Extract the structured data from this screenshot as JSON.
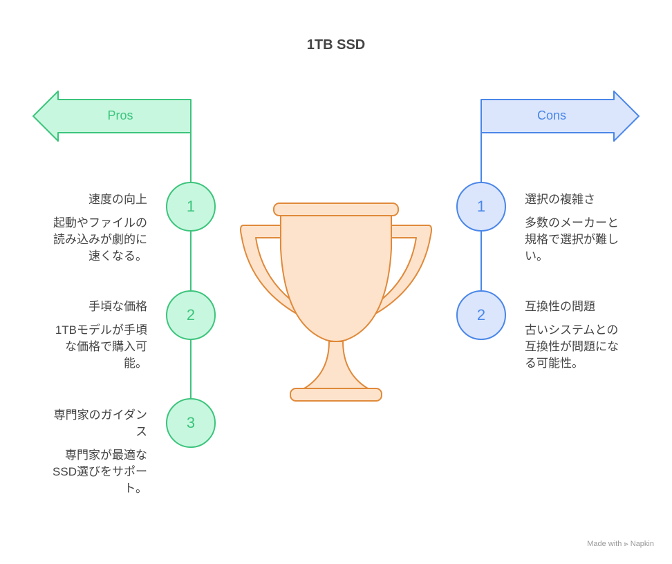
{
  "title": "1TB SSD",
  "colors": {
    "pros_fill": "#c8f7df",
    "pros_stroke": "#3cc47c",
    "cons_fill": "#dbe6fd",
    "cons_stroke": "#4a86e8",
    "trophy_fill": "#fde3cb",
    "trophy_stroke": "#e0893a"
  },
  "pros": {
    "label": "Pros",
    "items": [
      {
        "num": "1",
        "heading": "速度の向上",
        "lines": [
          "起動やファイルの",
          "読み込みが劇的に",
          "速くなる。"
        ]
      },
      {
        "num": "2",
        "heading": "手頃な価格",
        "lines": [
          "1TBモデルが手頃",
          "な価格で購入可",
          "能。"
        ]
      },
      {
        "num": "3",
        "heading_lines": [
          "専門家のガイダン",
          "ス"
        ],
        "lines": [
          "専門家が最適な",
          "SSD選びをサポー",
          "ト。"
        ]
      }
    ]
  },
  "cons": {
    "label": "Cons",
    "items": [
      {
        "num": "1",
        "heading": "選択の複雑さ",
        "lines": [
          "多数のメーカーと",
          "規格で選択が難し",
          "い。"
        ]
      },
      {
        "num": "2",
        "heading": "互換性の問題",
        "lines": [
          "古いシステムとの",
          "互換性が問題にな",
          "る可能性。"
        ]
      }
    ]
  },
  "footer": {
    "made_with": "Made with",
    "brand": "Napkin"
  }
}
